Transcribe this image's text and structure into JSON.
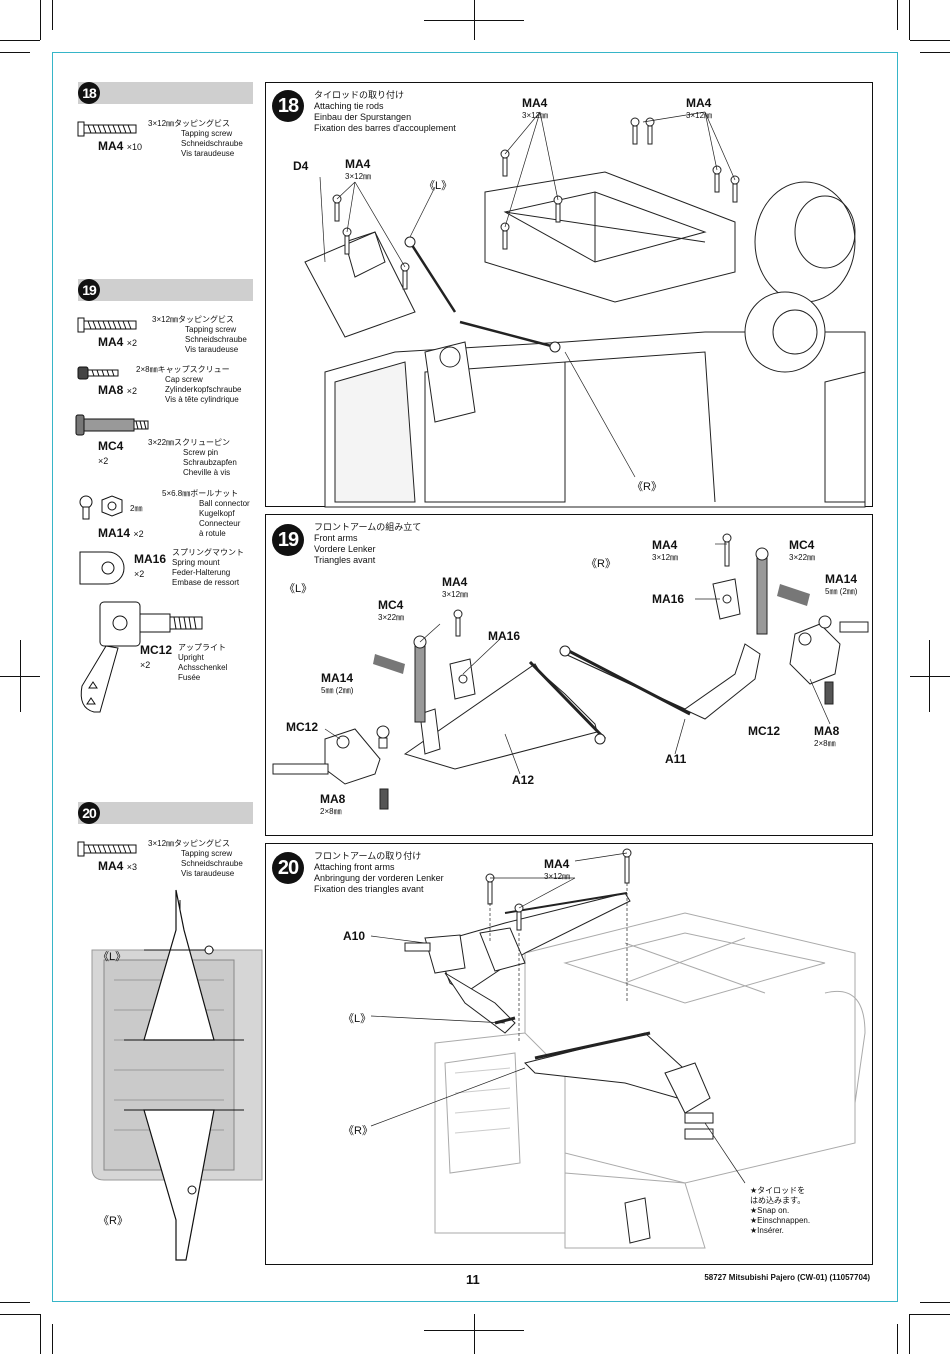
{
  "left_column": {
    "step18": {
      "number": "18",
      "parts": [
        {
          "code": "MA4",
          "mult": "×10",
          "desc": [
            "3×12㎜タッピングビス",
            "Tapping screw",
            "Schneidschraube",
            "Vis taraudeuse"
          ]
        }
      ]
    },
    "step19": {
      "number": "19",
      "parts": [
        {
          "code": "MA4",
          "mult": "×2",
          "desc": [
            "3×12㎜タッピングビス",
            "Tapping screw",
            "Schneidschraube",
            "Vis taraudeuse"
          ]
        },
        {
          "code": "MA8",
          "mult": "×2",
          "desc": [
            "2×8㎜キャップスクリュー",
            "Cap screw",
            "Zylinderkopfschraube",
            "Vis à tête cylindrique"
          ]
        },
        {
          "code": "MC4",
          "mult": "×2",
          "desc": [
            "3×22㎜スクリューピン",
            "Screw pin",
            "Schraubzapfen",
            "Cheville à vis"
          ]
        },
        {
          "code": "MA14",
          "mult": "×2",
          "size": "2㎜",
          "desc": [
            "5×6.8㎜ボールナット",
            "Ball connector",
            "Kugelkopf",
            "Connecteur",
            "à rotule"
          ]
        },
        {
          "code": "MA16",
          "mult": "×2",
          "desc": [
            "スプリングマウント",
            "Spring mount",
            "Feder-Halterung",
            "Embase de ressort"
          ]
        },
        {
          "code": "MC12",
          "mult": "×2",
          "desc": [
            "アップライト",
            "Upright",
            "Achsschenkel",
            "Fusée"
          ]
        }
      ]
    },
    "step20": {
      "number": "20",
      "parts": [
        {
          "code": "MA4",
          "mult": "×3",
          "desc": [
            "3×12㎜タッピングビス",
            "Tapping screw",
            "Schneidschraube",
            "Vis taraudeuse"
          ]
        }
      ],
      "sides": [
        "《L》",
        "《R》"
      ]
    }
  },
  "panels": {
    "step18": {
      "number": "18",
      "title": [
        "タイロッドの取り付け",
        "Attaching tie rods",
        "Einbau der Spurstangen",
        "Fixation des barres d'accouplement"
      ],
      "labels": {
        "d4": "D4",
        "ma4": "MA4",
        "ma4_size": "3×12㎜",
        "left": "《L》",
        "right": "《R》"
      }
    },
    "step19": {
      "number": "19",
      "title": [
        "フロントアームの組み立て",
        "Front arms",
        "Vordere Lenker",
        "Triangles avant"
      ],
      "labels": {
        "left": "《L》",
        "right": "《R》",
        "ma4": "MA4",
        "ma4_size": "3×12㎜",
        "mc4": "MC4",
        "mc4_size": "3×22㎜",
        "ma16": "MA16",
        "ma14": "MA14",
        "ma14_size": "5㎜ (2㎜)",
        "mc12": "MC12",
        "ma8": "MA8",
        "ma8_size": "2×8㎜",
        "a12": "A12",
        "a11": "A11"
      }
    },
    "step20": {
      "number": "20",
      "title": [
        "フロントアームの取り付け",
        "Attaching front arms",
        "Anbringung der vorderen Lenker",
        "Fixation des triangles avant"
      ],
      "labels": {
        "ma4": "MA4",
        "ma4_size": "3×12㎜",
        "a10": "A10",
        "left": "《L》",
        "right": "《R》"
      },
      "note": [
        "★タイロッドを",
        "はめ込みます。",
        "★Snap on.",
        "★Einschnappen.",
        "★Insérer."
      ]
    }
  },
  "footer": {
    "page_number": "11",
    "product": "58727  Mitsubishi Pajero (CW-01) (11057704)"
  },
  "colors": {
    "trim": "#36b5c8",
    "header_bar": "#cfcfcf",
    "chassis_shade": "#d6d6d6"
  }
}
